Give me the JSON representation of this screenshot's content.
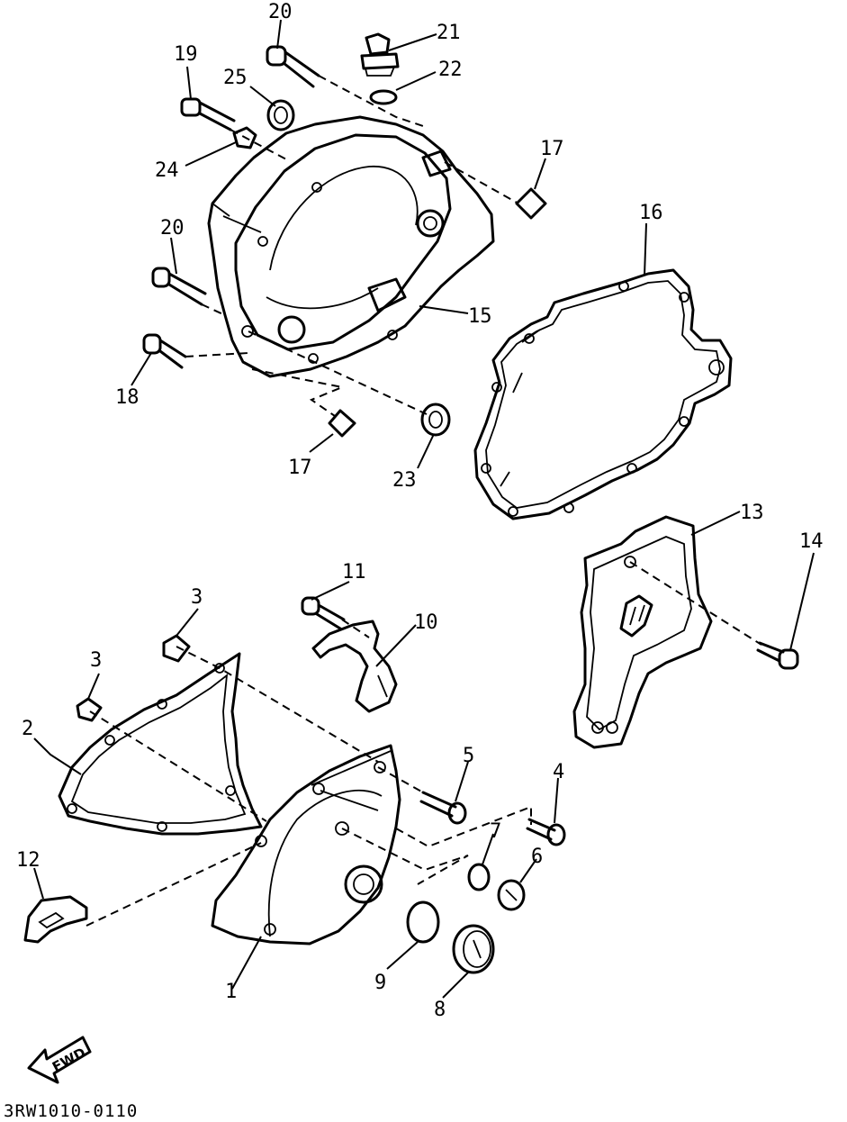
{
  "diagram": {
    "callouts": [
      "1",
      "2",
      "3",
      "3",
      "4",
      "5",
      "6",
      "7",
      "8",
      "9",
      "10",
      "11",
      "12",
      "13",
      "14",
      "15",
      "16",
      "17",
      "17",
      "18",
      "19",
      "20",
      "20",
      "21",
      "22",
      "23",
      "24",
      "25"
    ],
    "fwd_label": "FWD",
    "drawing_code": "3RW1010-0110"
  }
}
